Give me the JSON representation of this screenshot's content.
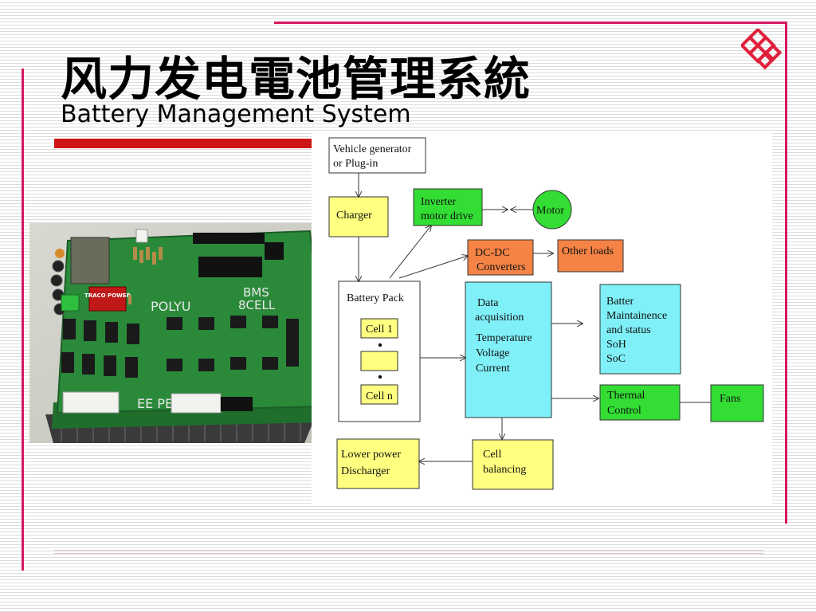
{
  "slide": {
    "title_cn": "风力发电電池管理系統",
    "title_en": "Battery Management System"
  },
  "colors": {
    "accent_line": "#d6175f",
    "red_bar": "#cc1414",
    "yellow_box": "#ffff80",
    "green_box": "#33dd33",
    "orange_box": "#f58345",
    "cyan_box": "#7ff0f8"
  },
  "photo": {
    "labels": {
      "traco": "TRACO POWER",
      "bms": "BMS",
      "cell": "8CELL",
      "polyu": "POLYU",
      "ee": "EE PERC"
    }
  },
  "diagram": {
    "vehicle": [
      "Vehicle generator",
      "or Plug-in"
    ],
    "charger": "Charger",
    "inverter": [
      "Inverter",
      "motor drive"
    ],
    "motor": "Motor",
    "dcdc": [
      "DC-DC",
      "Converters"
    ],
    "other_loads": "Other loads",
    "battery_pack": "Battery Pack",
    "cell1": "Cell 1",
    "celln": "Cell n",
    "data_acq": [
      "Data",
      "acquisition",
      "Temperature",
      "Voltage",
      "Current"
    ],
    "batter_maint": [
      "Batter",
      "Maintainence",
      "and status",
      "SoH",
      "SoC"
    ],
    "thermal": [
      "Thermal",
      "Control"
    ],
    "fans": "Fans",
    "lower_power": [
      "Lower power",
      "Discharger"
    ],
    "cell_balancing": [
      "Cell",
      "balancing"
    ]
  }
}
